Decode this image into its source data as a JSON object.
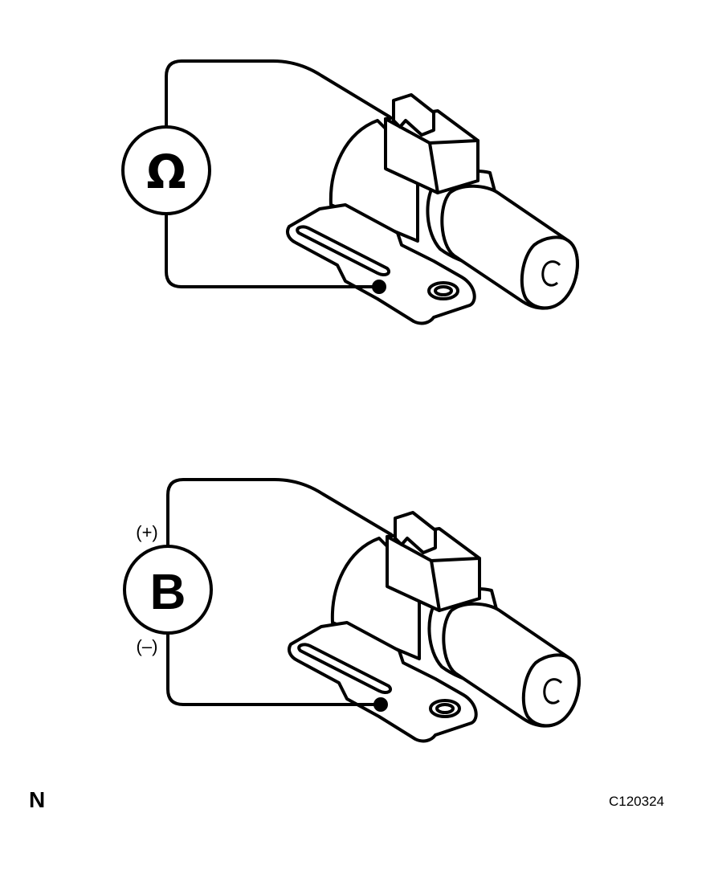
{
  "panels": [
    {
      "meter": {
        "symbol": "Ω"
      },
      "polarity": {
        "positive": "",
        "negative": ""
      }
    },
    {
      "meter": {
        "symbol": "B"
      },
      "polarity": {
        "positive": "(+)",
        "negative": "(–)"
      }
    }
  ],
  "footer": {
    "left_code": "N",
    "figure_id": "C120324"
  },
  "colors": {
    "line": "#000000",
    "background": "#ffffff"
  }
}
